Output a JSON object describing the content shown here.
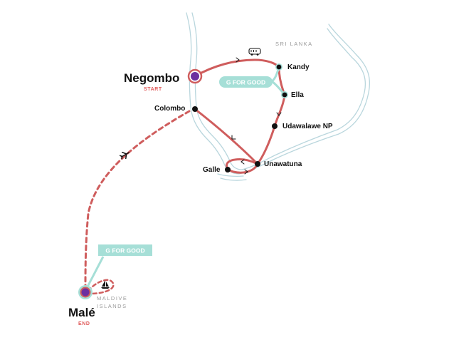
{
  "colors": {
    "route": "#cf5d5d",
    "coast": "#b9d6dd",
    "g_for_good": "#a6dfd7",
    "endpoint_fill": "#6c2ea0",
    "stop": "#111111"
  },
  "region_label_sri_lanka": "SRI LANKA",
  "region_label_maldives_line1": "MALDIVE",
  "region_label_maldives_line2": "ISLANDS",
  "start": {
    "name": "Negombo",
    "label": "START"
  },
  "end": {
    "name": "Malé",
    "label": "END"
  },
  "stops": [
    "Kandy",
    "Ella",
    "Colombo",
    "Udawalawe NP",
    "Unawatuna",
    "Galle"
  ],
  "g_for_good": [
    "G FOR GOOD",
    "G FOR GOOD"
  ],
  "icons": [
    "bus-icon",
    "plane-icon",
    "sailboat-icon",
    "direction-arrow-icon"
  ]
}
